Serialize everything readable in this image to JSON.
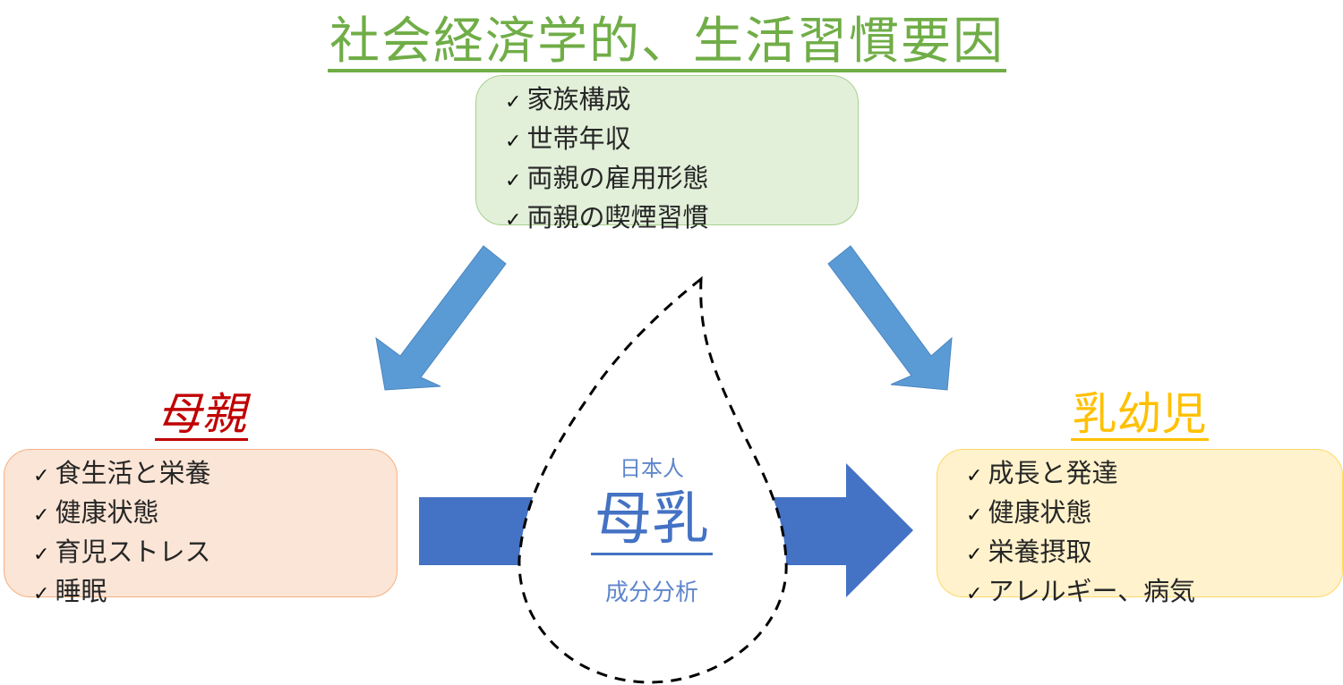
{
  "diagram": {
    "top": {
      "title": "社会経済学的、生活習慣要因",
      "items": [
        "家族構成",
        "世帯年収",
        "両親の雇用形態",
        "両親の喫煙習慣"
      ]
    },
    "mother": {
      "title": "母親",
      "items": [
        "食生活と栄養",
        "健康状態",
        "育児ストレス",
        "睡眠"
      ]
    },
    "infant": {
      "title": "乳幼児",
      "items": [
        "成長と発達",
        "健康状態",
        "栄養摂取",
        "アレルギー、病気"
      ]
    },
    "center": {
      "subtitle_top": "日本人",
      "main": "母乳",
      "subtitle_bottom": "成分分析"
    },
    "check_mark": "✓",
    "colors": {
      "top_accent": "#70ad47",
      "mother_accent": "#c00000",
      "infant_accent": "#ffc000",
      "small_arrow": "#5b9bd5",
      "big_arrow": "#4472c4",
      "center_text": "#4472c4"
    }
  }
}
